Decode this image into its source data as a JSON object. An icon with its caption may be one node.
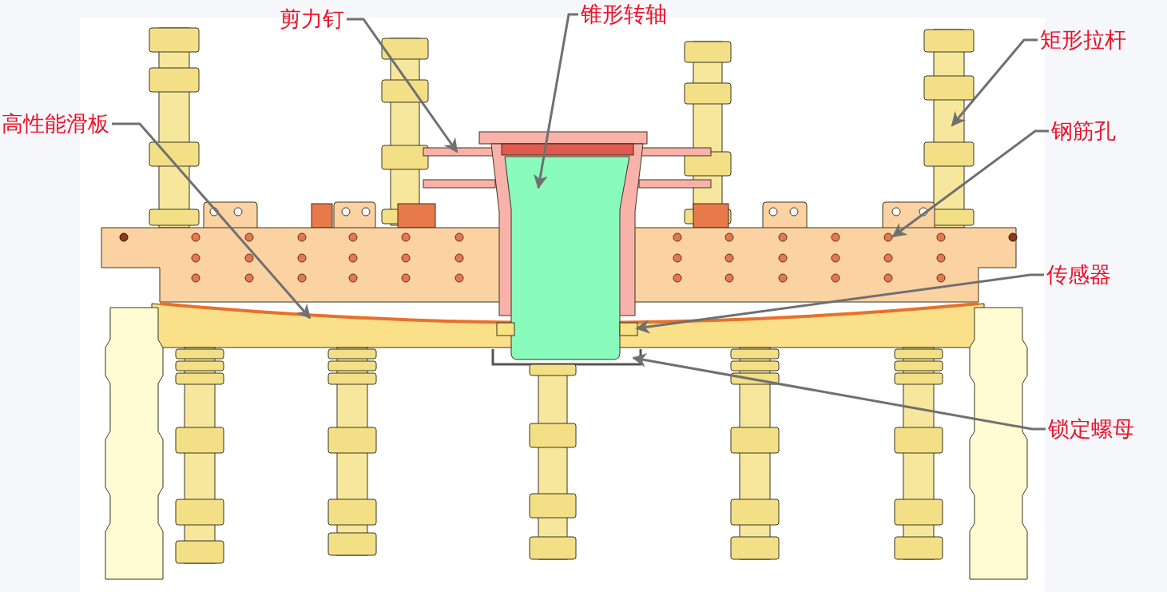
{
  "diagram": {
    "nodes": [
      {
        "text": [
          "剪力钉"
        ]
      },
      {
        "text": [
          "锥形转轴"
        ]
      },
      {
        "text": [
          "矩形拉杆"
        ]
      },
      {
        "text": [
          "钢筋孔"
        ]
      },
      {
        "text": [
          "高性能滑板"
        ]
      },
      {
        "text": [
          "传感器"
        ]
      },
      {
        "text": [
          "锁定螺母"
        ]
      }
    ],
    "edges": [
      {
        "from": 0,
        "to": null,
        "arrow": "to"
      },
      {
        "from": 1,
        "to": null,
        "arrow": "to"
      },
      {
        "from": 2,
        "to": null,
        "arrow": "to"
      },
      {
        "from": 3,
        "to": null,
        "arrow": "to"
      },
      {
        "from": 4,
        "to": null,
        "arrow": "to"
      },
      {
        "from": 5,
        "to": null,
        "arrow": "to"
      },
      {
        "from": 6,
        "to": null,
        "arrow": "to"
      }
    ]
  }
}
